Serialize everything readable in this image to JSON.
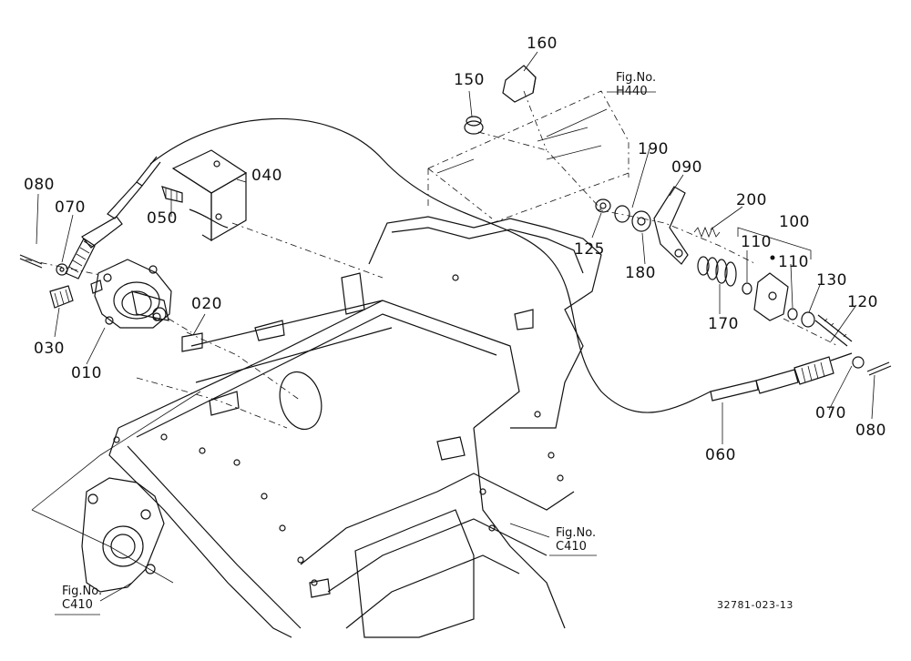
{
  "diagram": {
    "part_labels": {
      "p160": "160",
      "p150": "150",
      "p190": "190",
      "p090": "090",
      "p200": "200",
      "p100": "100",
      "p110a": "110",
      "p110b": "110",
      "p130": "130",
      "p120": "120",
      "p125": "125",
      "p180": "180",
      "p170": "170",
      "p040": "040",
      "p050": "050",
      "p080a": "080",
      "p070a": "070",
      "p030": "030",
      "p010": "010",
      "p020": "020",
      "p060": "060",
      "p070b": "070",
      "p080b": "080"
    },
    "figure_refs": {
      "h440": {
        "line1": "Fig.No.",
        "line2": "H440"
      },
      "c410_right": {
        "line1": "Fig.No.",
        "line2": "C410"
      },
      "c410_left": {
        "line1": "Fig.No.",
        "line2": "C410"
      }
    },
    "drawing_number": "32781-023-13"
  }
}
